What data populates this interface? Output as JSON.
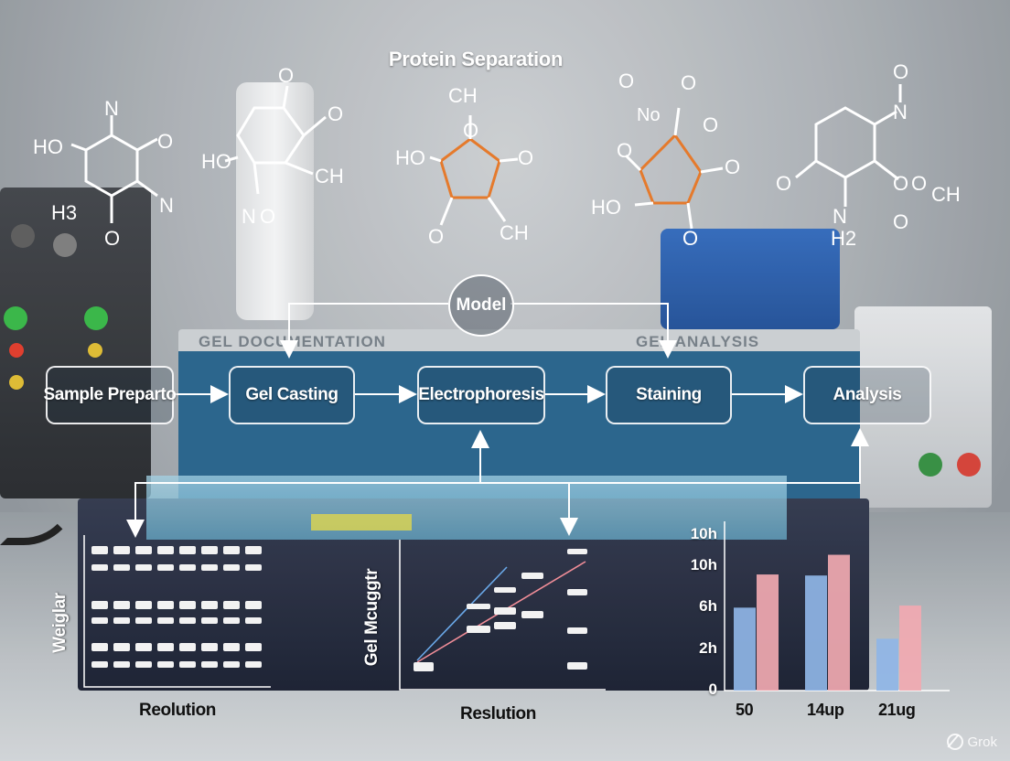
{
  "title": "Protein Separation",
  "model_label": "Model",
  "steps": [
    "Sample Preparto",
    "Gel Casting",
    "Electrophoresis",
    "Staining",
    "Analysis"
  ],
  "machine_labels": {
    "left": "GEL DOCUMENTATION",
    "right": "GEL ANALYSIS"
  },
  "molecules": [
    {
      "atoms": [
        "N",
        "HO",
        "O",
        "H3",
        "O",
        "N"
      ]
    },
    {
      "atoms": [
        "O",
        "O",
        "HO",
        "CH",
        "N",
        "O"
      ]
    },
    {
      "atoms": [
        "CH",
        "O",
        "HO",
        "O",
        "O",
        "CH"
      ]
    },
    {
      "atoms": [
        "O",
        "No",
        "O",
        "O",
        "O",
        "O",
        "HO",
        "O"
      ]
    },
    {
      "atoms": [
        "O",
        "N",
        "O",
        "O",
        "O",
        "CH",
        "N",
        "H2",
        "O"
      ]
    }
  ],
  "panels": {
    "gel1": {
      "ylabel": "Weiglar",
      "xlabel": "Reolution"
    },
    "gel2": {
      "ylabel": "Gel Mcuggtr",
      "xlabel": "Reslution"
    }
  },
  "chart_data": {
    "type": "bar",
    "categories": [
      "50",
      "14up",
      "21ug"
    ],
    "series": [
      {
        "values": [
          8,
          11.1,
          5
        ]
      },
      {
        "values": [
          11.2,
          13.1,
          8.2
        ]
      }
    ],
    "y_ticks": [
      "10h",
      "10h",
      "6h",
      "2h",
      "0"
    ],
    "tick_values": [
      15,
      12,
      8,
      4,
      0
    ],
    "ylim": [
      0,
      15
    ],
    "colors": [
      "#8fb5e6",
      "#f1a9b1"
    ]
  },
  "watermark": "Grok"
}
